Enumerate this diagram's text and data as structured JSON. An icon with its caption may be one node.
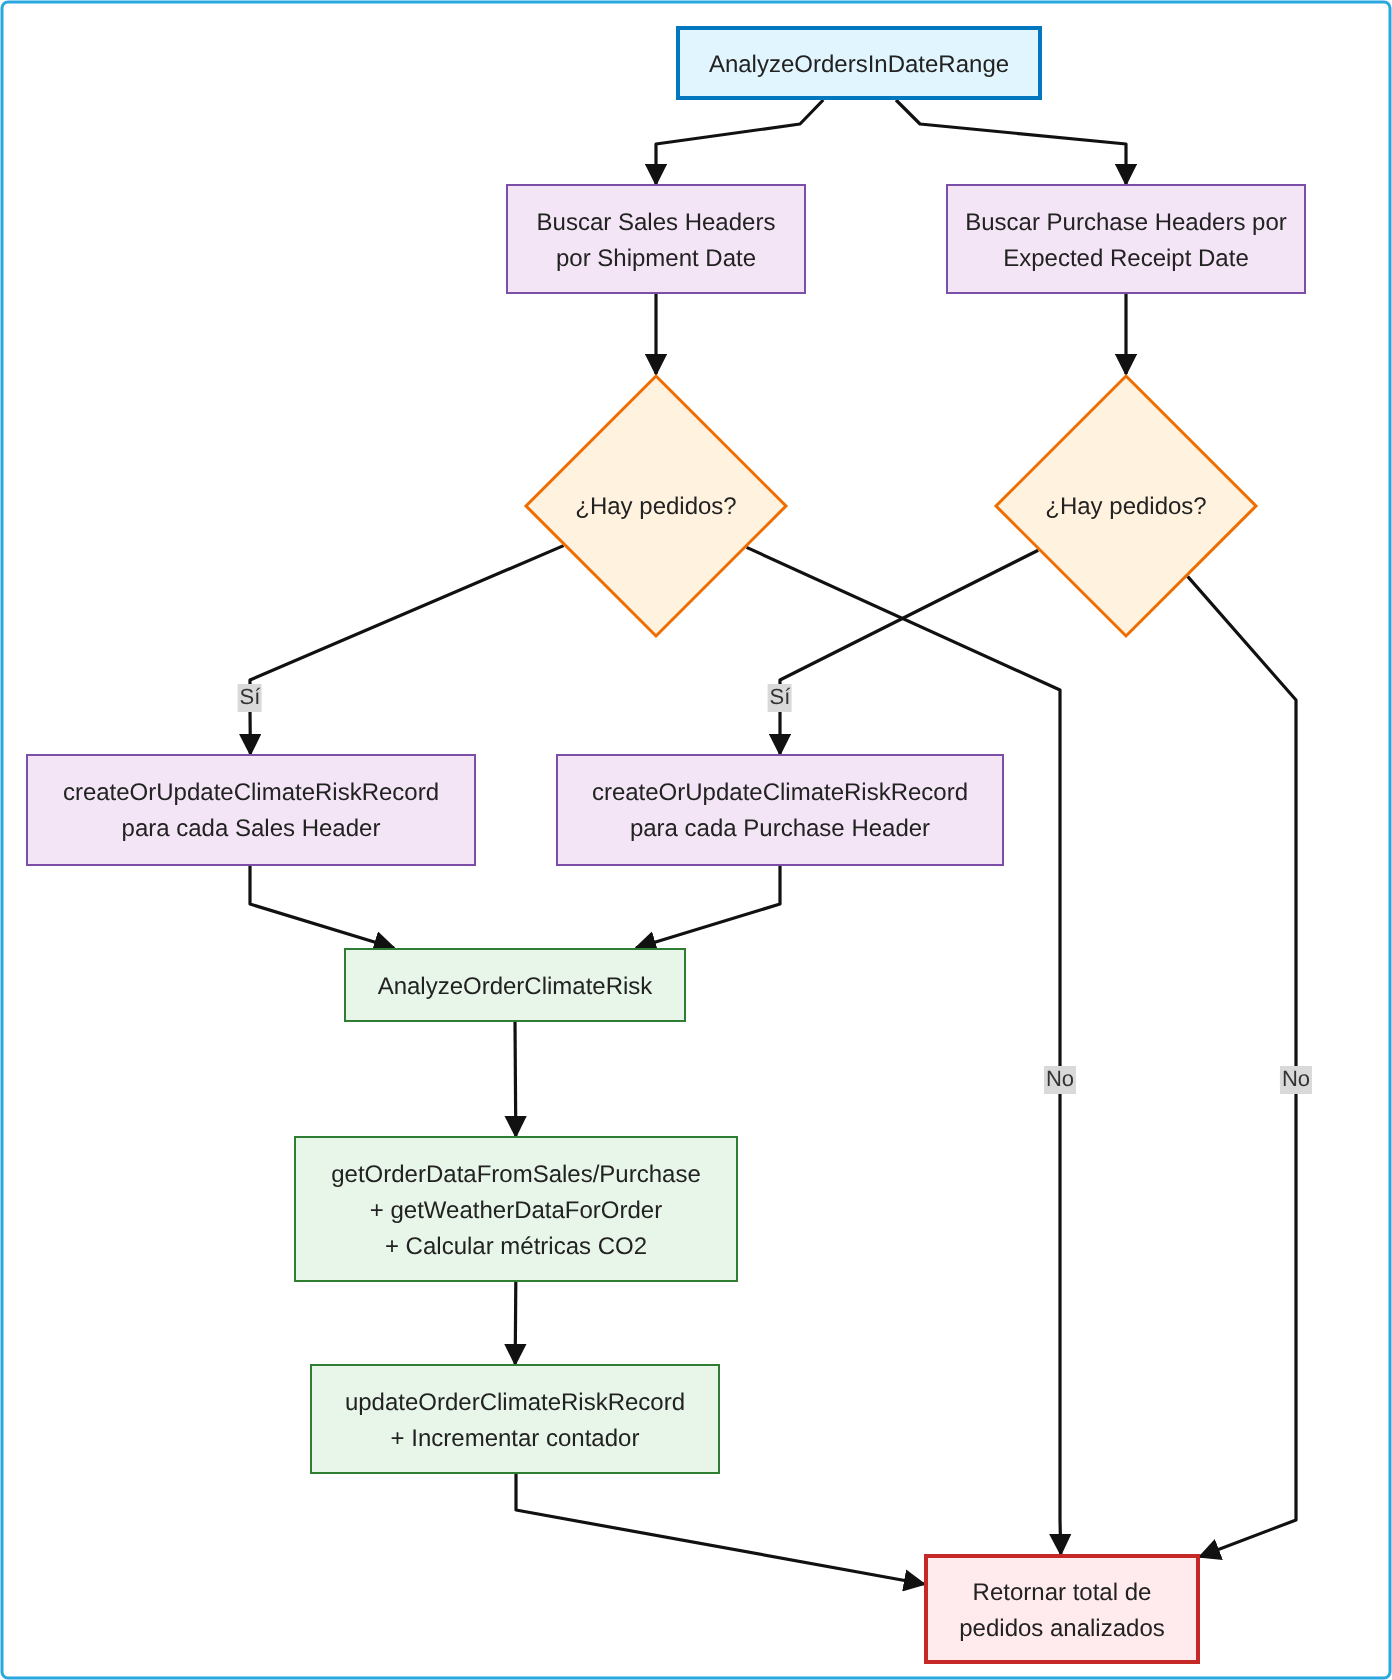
{
  "diagram": {
    "nodes": [
      {
        "text": [
          "AnalyzeOrdersInDateRange"
        ]
      },
      {
        "text": [
          "Buscar Sales Headers por Shipment Date"
        ]
      },
      {
        "text": [
          "Buscar Purchase Headers por Expected Receipt Date"
        ]
      },
      {
        "text": [
          "¿Hay pedidos?"
        ]
      },
      {
        "text": [
          "¿Hay pedidos?"
        ]
      },
      {
        "text": [
          "createOrUpdateClimateRiskRecord para cada Sales Header"
        ]
      },
      {
        "text": [
          "createOrUpdateClimateRiskRecord para cada Purchase Header"
        ]
      },
      {
        "text": [
          "AnalyzeOrderClimateRisk"
        ]
      },
      {
        "text": [
          "getOrderDataFromSales/Purchase",
          "+ getWeatherDataForOrder",
          "+ Calcular métricas CO2"
        ]
      },
      {
        "text": [
          "updateOrderClimateRiskRecord",
          "+ Incrementar contador"
        ]
      },
      {
        "text": [
          "Retornar total de pedidos analizados"
        ]
      }
    ],
    "edges": [
      {
        "from": 0,
        "to": 1,
        "arrow": "to"
      },
      {
        "from": 0,
        "to": 2,
        "arrow": "to"
      },
      {
        "from": 1,
        "to": 3,
        "arrow": "to"
      },
      {
        "from": 2,
        "to": 4,
        "arrow": "to"
      },
      {
        "from": 3,
        "to": 5,
        "arrow": "to",
        "label": "Sí"
      },
      {
        "from": 3,
        "to": 10,
        "arrow": "to",
        "label": "No"
      },
      {
        "from": 4,
        "to": 6,
        "arrow": "to",
        "label": "Sí"
      },
      {
        "from": 4,
        "to": 10,
        "arrow": "to",
        "label": "No"
      },
      {
        "from": 5,
        "to": 7,
        "arrow": "to"
      },
      {
        "from": 6,
        "to": 7,
        "arrow": "to"
      },
      {
        "from": 7,
        "to": 8,
        "arrow": "to"
      },
      {
        "from": 8,
        "to": 9,
        "arrow": "to"
      },
      {
        "from": 9,
        "to": 10,
        "arrow": "to"
      }
    ]
  }
}
